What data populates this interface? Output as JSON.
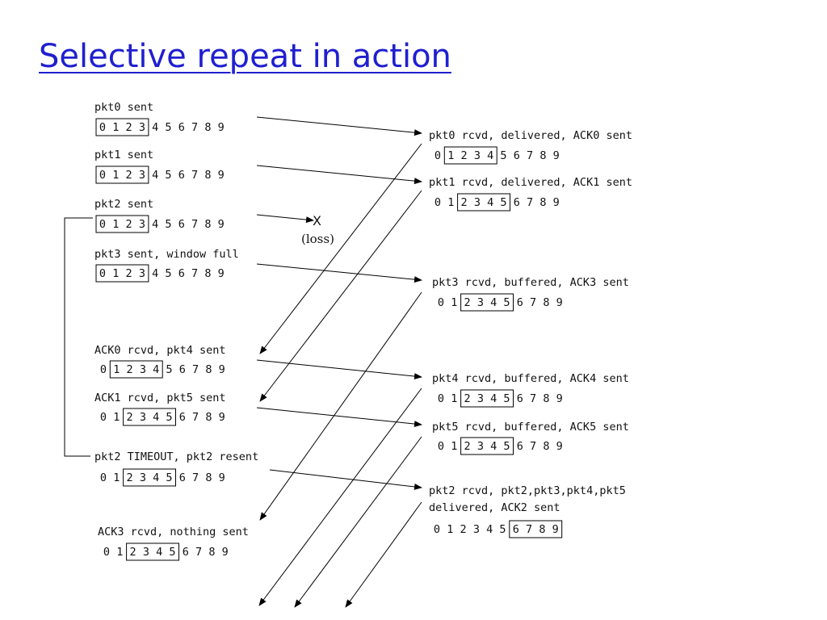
{
  "title": "Selective repeat in action",
  "loss": {
    "mark": "X",
    "label": "(loss)"
  },
  "sender_events": [
    {
      "id": "s-pkt0",
      "label": "pkt0 sent",
      "window_start": 0
    },
    {
      "id": "s-pkt1",
      "label": "pkt1 sent",
      "window_start": 0
    },
    {
      "id": "s-pkt2",
      "label": "pkt2 sent",
      "window_start": 0
    },
    {
      "id": "s-pkt3",
      "label": "pkt3 sent, window full",
      "window_start": 0
    },
    {
      "id": "s-ack0",
      "label": "ACK0 rcvd, pkt4 sent",
      "window_start": 1
    },
    {
      "id": "s-ack1",
      "label": "ACK1 rcvd, pkt5 sent",
      "window_start": 2
    },
    {
      "id": "s-timeout",
      "label": "pkt2 TIMEOUT, pkt2 resent",
      "window_start": 2
    },
    {
      "id": "s-ack3",
      "label": "ACK3 rcvd, nothing sent",
      "window_start": 2
    }
  ],
  "receiver_events": [
    {
      "id": "r-pkt0",
      "label": "pkt0 rcvd, delivered, ACK0 sent",
      "window_start": 1
    },
    {
      "id": "r-pkt1",
      "label": "pkt1 rcvd, delivered, ACK1 sent",
      "window_start": 2
    },
    {
      "id": "r-pkt3",
      "label": "pkt3 rcvd, buffered, ACK3 sent",
      "window_start": 2
    },
    {
      "id": "r-pkt4",
      "label": "pkt4 rcvd, buffered, ACK4 sent",
      "window_start": 2
    },
    {
      "id": "r-pkt5",
      "label": "pkt5 rcvd, buffered, ACK5 sent",
      "window_start": 2
    },
    {
      "id": "r-pkt2",
      "label": "pkt2 rcvd, pkt2,pkt3,pkt4,pkt5",
      "label2": "delivered, ACK2 sent",
      "window_start": 6
    }
  ],
  "sequence_numbers": [
    "0",
    "1",
    "2",
    "3",
    "4",
    "5",
    "6",
    "7",
    "8",
    "9"
  ],
  "window_size": 4
}
